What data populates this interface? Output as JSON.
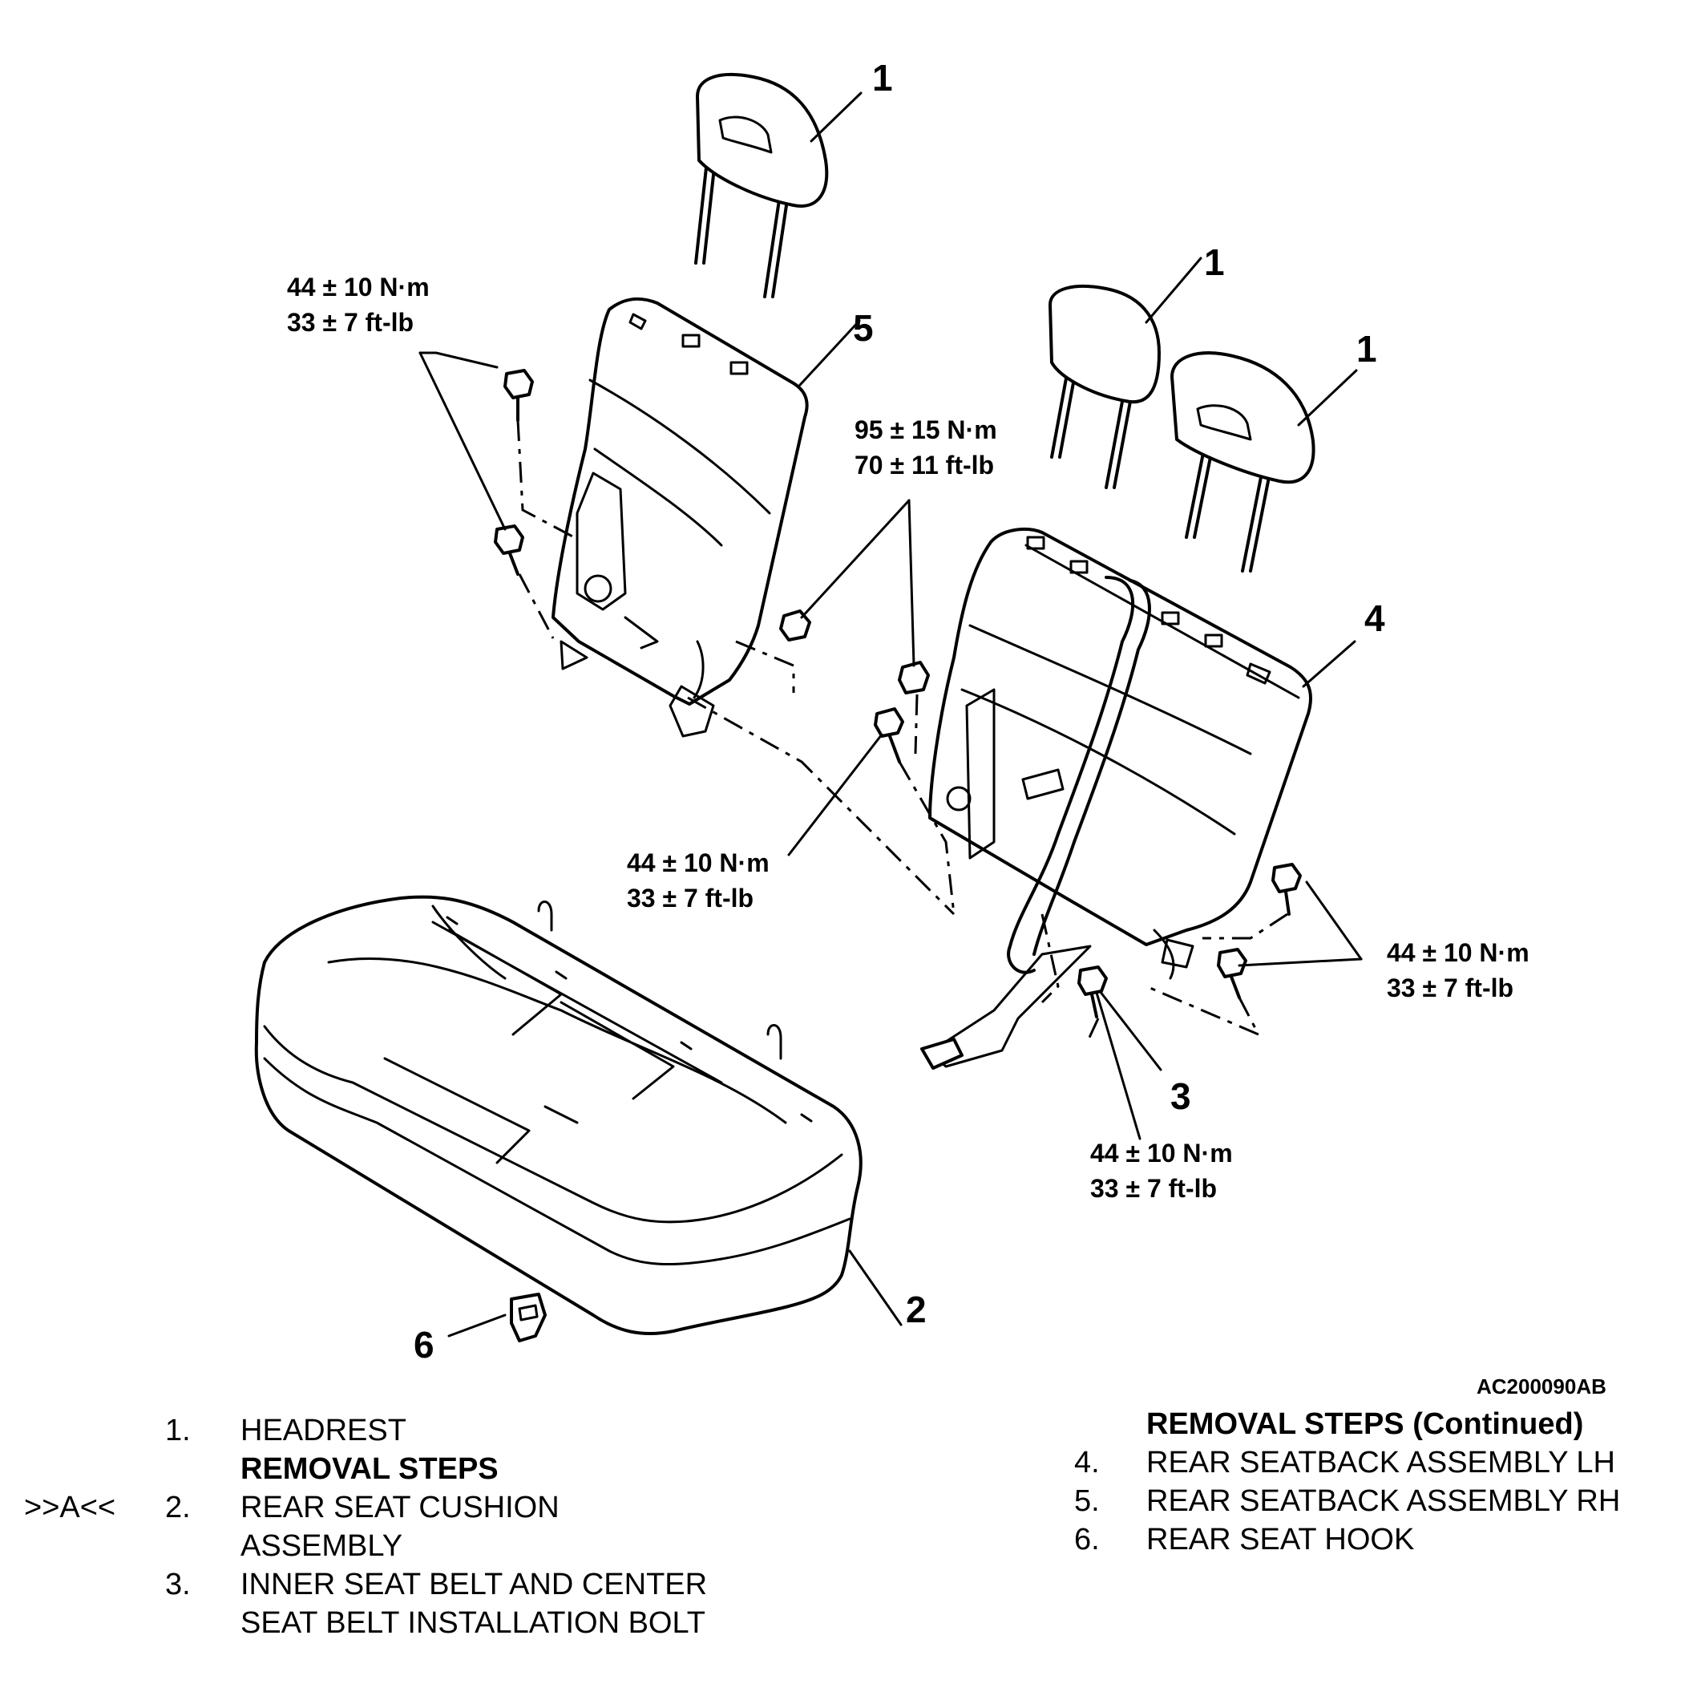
{
  "callouts": {
    "headrest_left": "1",
    "headrest_mid": "1",
    "headrest_right": "1",
    "cushion": "2",
    "center_bolt": "3",
    "seatback_lh": "4",
    "seatback_rh": "5",
    "hook": "6"
  },
  "torques": {
    "rh_upper": {
      "nm": "44 ± 10 N·m",
      "ftlb": "33 ± 7 ft-lb"
    },
    "center_nut": {
      "nm": "95 ± 15 N·m",
      "ftlb": "70 ± 11 ft-lb"
    },
    "center_bolt_upper": {
      "nm": "44 ± 10 N·m",
      "ftlb": "33 ± 7 ft-lb"
    },
    "lh_right": {
      "nm": "44 ± 10 N·m",
      "ftlb": "33 ± 7 ft-lb"
    },
    "lower_bolt": {
      "nm": "44 ± 10 N·m",
      "ftlb": "33 ± 7 ft-lb"
    }
  },
  "figure_code": "AC200090AB",
  "legend": {
    "left": {
      "marker": ">>A<<",
      "items": [
        {
          "num": "1.",
          "text": "HEADREST"
        },
        {
          "heading": "REMOVAL STEPS"
        },
        {
          "num": "2.",
          "text": "REAR SEAT CUSHION",
          "text2": "ASSEMBLY"
        },
        {
          "num": "3.",
          "text": "INNER SEAT BELT AND CENTER",
          "text2": "SEAT BELT INSTALLATION BOLT"
        }
      ]
    },
    "right": {
      "heading": "REMOVAL STEPS (Continued)",
      "items": [
        {
          "num": "4.",
          "text": "REAR SEATBACK ASSEMBLY LH"
        },
        {
          "num": "5.",
          "text": "REAR SEATBACK ASSEMBLY RH"
        },
        {
          "num": "6.",
          "text": "REAR SEAT HOOK"
        }
      ]
    }
  }
}
